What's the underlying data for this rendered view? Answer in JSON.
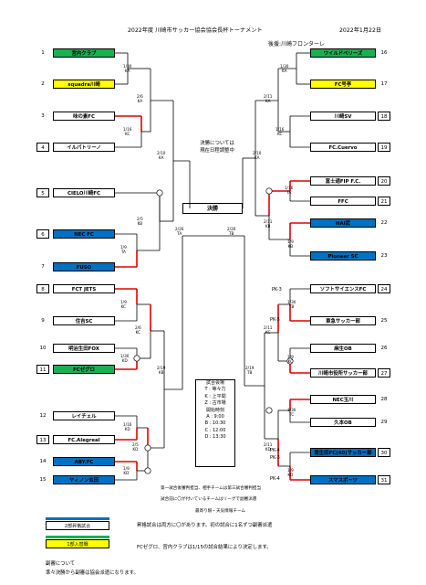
{
  "header": {
    "title": "2022年度 川崎市サッカー協会協会長杯トーナメント",
    "date": "2022年1月22日",
    "subtitle": "後援:川崎フロンターレ"
  },
  "colors": {
    "green": "#19b050",
    "yellow": "#ffff00",
    "blue": "#0070c0",
    "red": "#e00000"
  },
  "left_teams": [
    {
      "num": "1",
      "name": "宮内クラブ",
      "color": "green"
    },
    {
      "num": "2",
      "name": "squadra川崎",
      "color": "yellow"
    },
    {
      "num": "3",
      "name": "味の素FC",
      "color": "white"
    },
    {
      "num": "4",
      "name": "イルパトリーノ",
      "color": "white"
    },
    {
      "num": "5",
      "name": "CIELO川崎FC",
      "color": "white"
    },
    {
      "num": "6",
      "name": "NEC FC",
      "color": "blue"
    },
    {
      "num": "7",
      "name": "FUSO",
      "color": "blue"
    },
    {
      "num": "8",
      "name": "FCT JETS",
      "color": "white"
    },
    {
      "num": "9",
      "name": "住吉SC",
      "color": "white"
    },
    {
      "num": "10",
      "name": "明治生田FOX",
      "color": "white"
    },
    {
      "num": "11",
      "name": "FCゼグロ",
      "color": "green"
    },
    {
      "num": "12",
      "name": "レイチェル",
      "color": "white"
    },
    {
      "num": "13",
      "name": "FC.Alegreal",
      "color": "white"
    },
    {
      "num": "14",
      "name": "ABY.FC",
      "color": "blue"
    },
    {
      "num": "15",
      "name": "ヤィノン玄田",
      "color": "blue"
    }
  ],
  "right_teams": [
    {
      "num": "16",
      "name": "ワイルドベリーズ",
      "color": "green"
    },
    {
      "num": "17",
      "name": "FC号亭",
      "color": "yellow"
    },
    {
      "num": "18",
      "name": "川崎SV",
      "color": "white"
    },
    {
      "num": "19",
      "name": "FC.Cuervo",
      "color": "white"
    },
    {
      "num": "20",
      "name": "富士通FIP F.C.",
      "color": "white"
    },
    {
      "num": "21",
      "name": "FFC",
      "color": "white"
    },
    {
      "num": "22",
      "name": "HAI武",
      "color": "blue"
    },
    {
      "num": "23",
      "name": "Pioneer SC",
      "color": "blue"
    },
    {
      "num": "24",
      "name": "ソフトサイエンスFC",
      "color": "white"
    },
    {
      "num": "25",
      "name": "東急サッカー部",
      "color": "white"
    },
    {
      "num": "26",
      "name": "麻生OB",
      "color": "white"
    },
    {
      "num": "27",
      "name": "川崎市役所サッカー部",
      "color": "white"
    },
    {
      "num": "28",
      "name": "NEC玉川",
      "color": "white"
    },
    {
      "num": "29",
      "name": "久本OB",
      "color": "white"
    },
    {
      "num": "30",
      "name": "南生田FC(40)サッカー部",
      "color": "blue"
    },
    {
      "num": "31",
      "name": "スマスポーツ",
      "color": "blue"
    }
  ],
  "match_labels": {
    "l1": "1/30\nKA",
    "l2": "2/6\nKA",
    "l3": "1/16\nKC",
    "l4": "2/10\nKA",
    "l5": "2/5\nKB",
    "l6": "1/9\nTA",
    "l7": "2/26\nTA",
    "l8": "1/9\nKC",
    "l9": "2/6\nKC",
    "l10": "1/30\nKD",
    "l11": "2/19\nKB",
    "l12": "1/16\nKD",
    "l13": "2/5\nKD",
    "l14": "1/9\nKD",
    "r1": "1/30\nKA",
    "r2": "2/11\nKA",
    "r3": "1/16\nKC",
    "r4": "2/10\nKA",
    "r5": "1/16\nTA",
    "r6": "2/11\nKB",
    "r7": "1/9\nKB",
    "r8": "2/26\nTB",
    "r9": "1/30\nTB",
    "r10": "2/11\nKC",
    "r11": "1/9\nKC",
    "r12": "1/30\nTC",
    "r13": "2/19\nTB",
    "r14": "2/11\nKD",
    "r15": "1/9\nKD"
  },
  "pk_labels": [
    "PK-3",
    "PK-5",
    "PK-4",
    "PK-3",
    "PK-4"
  ],
  "middle": {
    "note1": "決勝については",
    "note2": "現在日程調整中",
    "final": "決勝",
    "venue_title": "試合会場",
    "venue_lines": [
      "T : 等々力",
      "K : 上平間",
      "Z : 古市場"
    ],
    "kickoff_title": "開始時刻",
    "kickoff_lines": [
      "A : 9:00",
      "B : 10:30",
      "C : 12:00",
      "D : 13:30"
    ]
  },
  "notes": {
    "n1": "第一試合後審判担当、相手チームは第三試合審判担当",
    "n2": "試合前に〇が付いているチームはリーグで副審派遣",
    "n3": "最寄り駅・天気情報チーム"
  },
  "legend": [
    {
      "label": "",
      "color": "blue"
    },
    {
      "label": "2部昇格試合",
      "color": "blue"
    },
    {
      "label": "",
      "color": "green"
    },
    {
      "label": "1部入替戦",
      "color": "yellow"
    }
  ],
  "footer": {
    "line1": "昇格試合は両方に〇があります。初の試合に1名ずつ副審派遣",
    "line2": "FCゼグロ、宮内クラブは1/15の試合結果により決定します。",
    "line3": "副審について",
    "line4": "準々決勝から副審は協会派遣になります。"
  }
}
